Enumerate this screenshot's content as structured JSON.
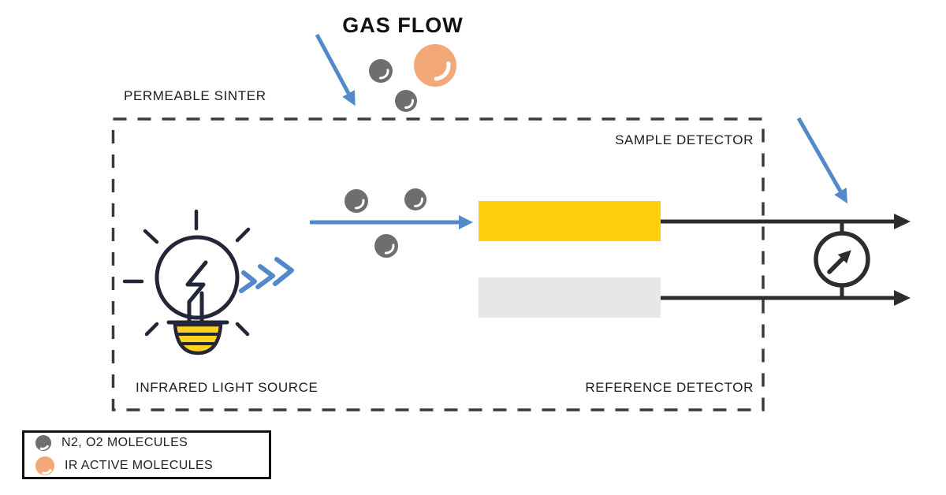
{
  "title": {
    "gas_flow": "GAS FLOW"
  },
  "labels": {
    "permeable_sinter": "PERMEABLE SINTER",
    "sample_detector": "SAMPLE DETECTOR",
    "reference_detector": "REFERENCE DETECTOR",
    "infrared_light_source": "INFRARED LIGHT SOURCE"
  },
  "legend": {
    "items": [
      {
        "label": "N2, O2 MOLECULES",
        "color": "#6E6E6E"
      },
      {
        "label": "IR ACTIVE MOLECULES",
        "color": "#F2A878"
      }
    ]
  },
  "colors": {
    "accent_blue": "#5289CB",
    "detector_yellow": "#FFD00E",
    "reference_gray": "#E5E7E9",
    "molecule_gray": "#6E6E6E",
    "ir_molecule_orange": "#F2A878",
    "line_black": "#2D2D2D",
    "dash_gray": "#3A3A3A",
    "bulb_outline": "#232639",
    "bulb_base_yellow": "#FFD21E"
  }
}
